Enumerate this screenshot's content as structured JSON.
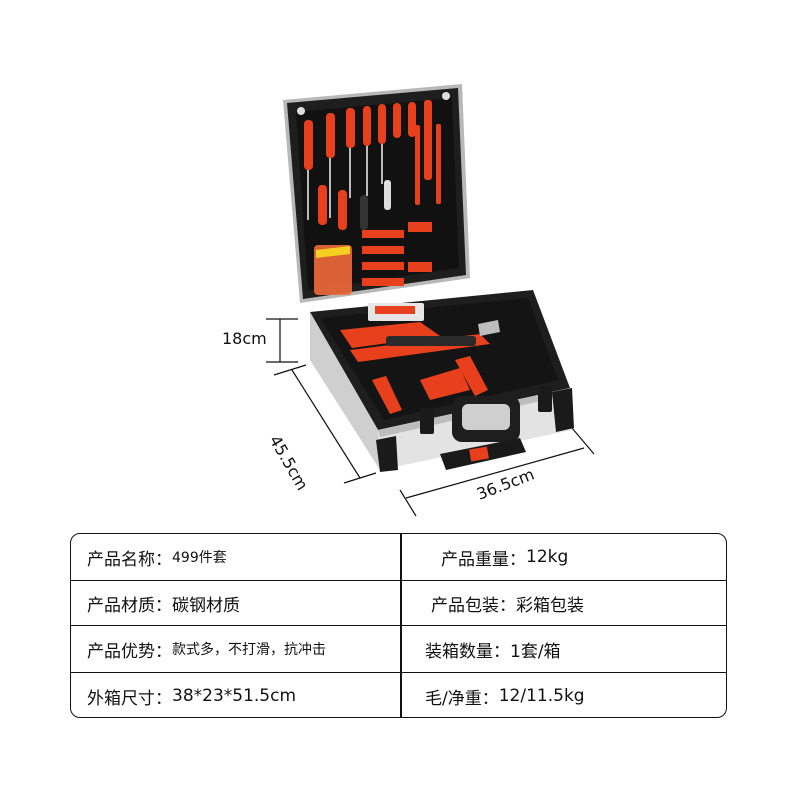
{
  "product_image": {
    "subject": "aluminum trolley tool case with red-and-black hand tools",
    "colors": {
      "accent": "#e8401c",
      "dark": "#1c1c1c",
      "aluminum": "#d9d9d9"
    }
  },
  "dimensions": {
    "height": "18cm",
    "depth": "45.5cm",
    "width": "36.5cm"
  },
  "specs": {
    "rows": [
      {
        "left": {
          "label": "产品名称：",
          "value": "499件套"
        },
        "right": {
          "label": "产品重量：",
          "value": "12kg"
        }
      },
      {
        "left": {
          "label": "产品材质：",
          "value": "碳钢材质"
        },
        "right": {
          "label": "产品包装：",
          "value": "彩箱包装"
        }
      },
      {
        "left": {
          "label": "产品优势：",
          "value": "款式多，不打滑，抗冲击"
        },
        "right": {
          "label": "装箱数量：",
          "value": "1套/箱"
        }
      },
      {
        "left": {
          "label": "外箱尺寸：",
          "value": "38*23*51.5cm"
        },
        "right": {
          "label": "毛/净重：",
          "value": "12/11.5kg"
        }
      }
    ]
  }
}
